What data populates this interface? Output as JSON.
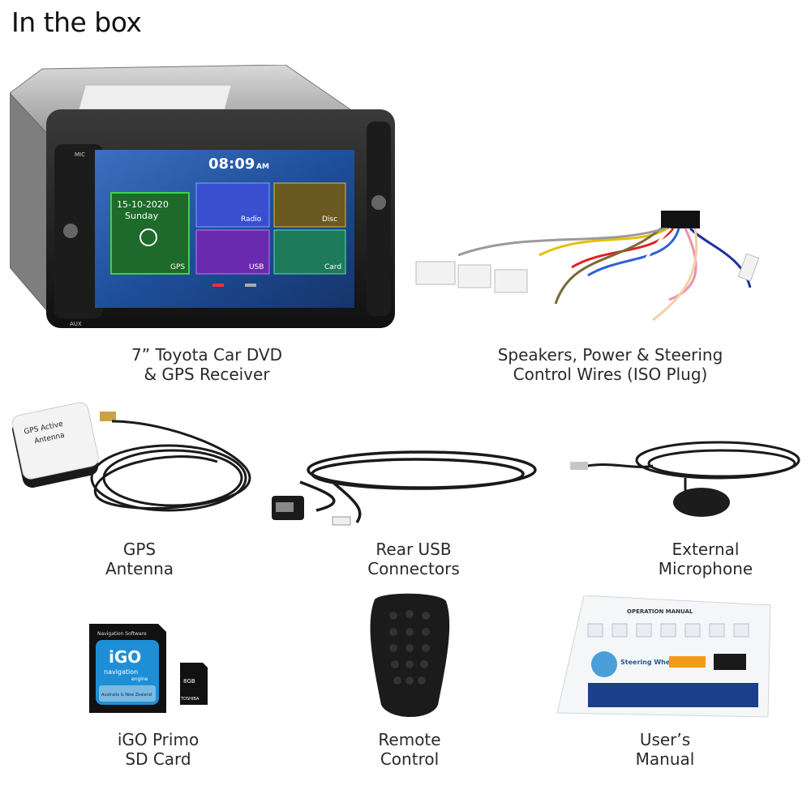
{
  "title": "In the box",
  "head_unit": {
    "time": "08:09",
    "ampm": "AM",
    "date": "15-10-2020",
    "day": "Sunday",
    "tiles": {
      "gps": "GPS",
      "radio": "Radio",
      "disc": "Disc",
      "usb": "USB",
      "card": "Card"
    },
    "mic_label": "MIC",
    "aux_label": "AUX"
  },
  "sd_card": {
    "header": "Navigation Software",
    "brand": "iGO",
    "sub": "navigation",
    "engine": "engine",
    "region": "Australia & New Zealand",
    "micro_brand": "TOSHIBA",
    "micro_size": "8GB"
  },
  "gps_module": {
    "line1": "GPS Active",
    "line2": "Antenna"
  },
  "manual": {
    "header": "OPERATION MANUAL",
    "brand": "Steering Wheel"
  },
  "items": [
    {
      "line1": "7” Toyota Car DVD",
      "line2": "& GPS Receiver"
    },
    {
      "line1": "Speakers, Power & Steering",
      "line2": "Control Wires (ISO Plug)"
    },
    {
      "line1": "GPS",
      "line2": "Antenna"
    },
    {
      "line1": "Rear USB",
      "line2": "Connectors"
    },
    {
      "line1": "External",
      "line2": "Microphone"
    },
    {
      "line1": "iGO Primo",
      "line2": "SD Card"
    },
    {
      "line1": "Remote",
      "line2": "Control"
    },
    {
      "line1": "User’s",
      "line2": "Manual"
    }
  ]
}
